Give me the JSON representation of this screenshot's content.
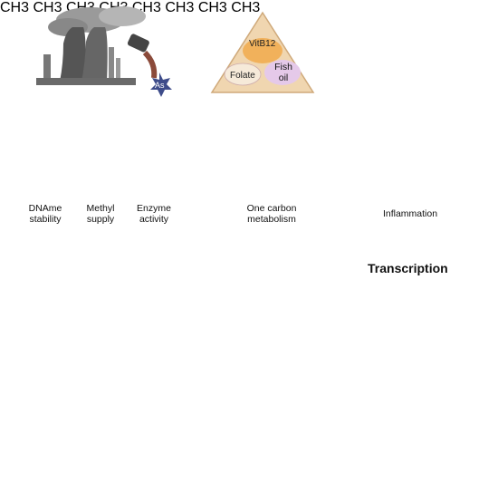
{
  "sources": {
    "arsenic_symbol": "As",
    "nutrients": {
      "top": "VitB12",
      "left": "Folate",
      "right": "Fish\noil"
    }
  },
  "mechanisms": [
    {
      "id": "dna",
      "label": "DNAme\nstability",
      "icon": "dna-helix-icon"
    },
    {
      "id": "methyl",
      "label": "Methyl\nsupply",
      "icon": "methyl-groups-icon",
      "ch3": "CH3"
    },
    {
      "id": "enzyme",
      "label": "Enzyme\nactivity",
      "icon": "enzyme-cluster-icon"
    },
    {
      "id": "onecarbon",
      "label": "One carbon\nmetabolism",
      "icon": "cycle-arrow-icon",
      "ch3": "CH3"
    },
    {
      "id": "inflam",
      "label": "Inflammation",
      "icon": "inflamed-vessel-icon"
    }
  ],
  "dna_strand": {
    "methyl_tags": [
      "CH3",
      "CH3",
      "CH3",
      "CH3"
    ]
  },
  "transcription_label": "Transcription",
  "life_stages": [
    "pregnant-woman-icon",
    "fetus-icon",
    "infant-icon",
    "adult-woman-icon"
  ],
  "colors": {
    "methyl_yellow": "#f7e25c",
    "dna_red": "#d9534f",
    "skin": "#f3c4ad",
    "arrow_outline": "#555555",
    "box_border": "#444444",
    "intestine": "#d98b7e"
  }
}
